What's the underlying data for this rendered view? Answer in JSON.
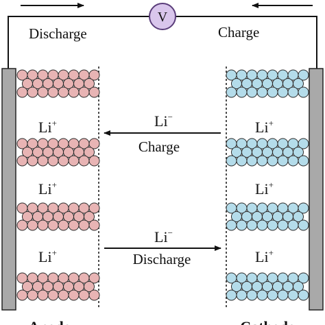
{
  "voltmeter": {
    "symbol": "V"
  },
  "left_label": "Discharge",
  "right_label": "Charge",
  "anode": {
    "name": "Anode",
    "ion_labels": [
      {
        "base": "Li",
        "sup": "+"
      },
      {
        "base": "Li",
        "sup": "+"
      },
      {
        "base": "Li",
        "sup": "+"
      }
    ]
  },
  "cathode": {
    "name": "Cathode",
    "ion_labels": [
      {
        "base": "Li",
        "sup": "+"
      },
      {
        "base": "Li",
        "sup": "+"
      },
      {
        "base": "Li",
        "sup": "+"
      }
    ]
  },
  "arrow_top": {
    "ion_base": "Li",
    "ion_sup": "−",
    "label": "Charge"
  },
  "arrow_bottom": {
    "ion_base": "Li",
    "ion_sup": "−",
    "label": "Discharge"
  },
  "colors": {
    "anode_particle": "#e8b4b4",
    "cathode_particle": "#b4dcea",
    "particle_stroke": "#2a2a2a",
    "voltmeter_fill": "#d9c6ec",
    "voltmeter_stroke": "#5a3d7a",
    "electrode": "#a9a9a9"
  }
}
